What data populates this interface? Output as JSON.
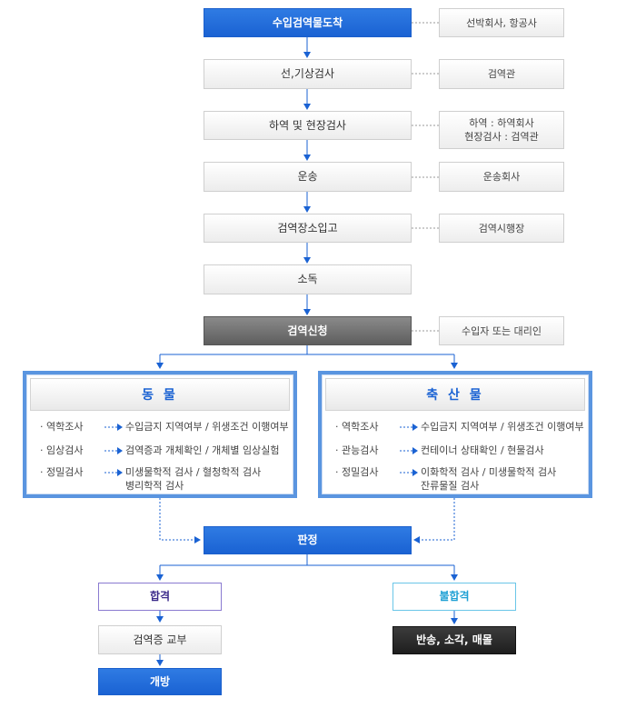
{
  "flow": {
    "steps": [
      {
        "label": "수입검역물도착",
        "role": "선박회사, 항공사"
      },
      {
        "label": "선,기상검사",
        "role": "검역관"
      },
      {
        "label": "하역 및 현장검사",
        "role_lines": [
          "하역 : 하역회사",
          "현장검사 : 검역관"
        ]
      },
      {
        "label": "운송",
        "role": "운송회사"
      },
      {
        "label": "검역장소입고",
        "role": "검역시행장"
      },
      {
        "label": "소독"
      },
      {
        "label": "검역신청",
        "role": "수입자 또는 대리인"
      }
    ]
  },
  "panels": {
    "animal": {
      "title": "동 물",
      "rows": [
        {
          "category": "역학조사",
          "detail": [
            "수입금지 지역여부 / 위생조건 이행여부"
          ]
        },
        {
          "category": "임상검사",
          "detail": [
            "검역증과 개체확인 / 개체별 임상실험"
          ]
        },
        {
          "category": "정밀검사",
          "detail": [
            "미생물학적 검사 / 혈청학적 검사",
            "병리학적 검사"
          ]
        }
      ]
    },
    "livestock": {
      "title": "축 산 물",
      "rows": [
        {
          "category": "역학조사",
          "detail": [
            "수입금지 지역여부 / 위생조건 이행여부"
          ]
        },
        {
          "category": "관능검사",
          "detail": [
            "컨테이너 상태확인 / 현물검사"
          ]
        },
        {
          "category": "정밀검사",
          "detail": [
            "이화학적 검사 / 미생물학적 검사",
            "잔류물질 검사"
          ]
        }
      ]
    }
  },
  "judgement": {
    "label": "판정"
  },
  "outcomes": {
    "pass": {
      "label": "합격",
      "next": "검역증 교부",
      "final": "개방"
    },
    "fail": {
      "label": "불합격",
      "next": "반송, 소각, 매몰"
    }
  },
  "colors": {
    "accent": "#1a62d3",
    "panel_border": "#5a95e0",
    "gray_step": "#6e6e6e",
    "pass_text": "#3b2a8a",
    "fail_text": "#1fa0d4",
    "dark_box": "#2a2a2a"
  }
}
